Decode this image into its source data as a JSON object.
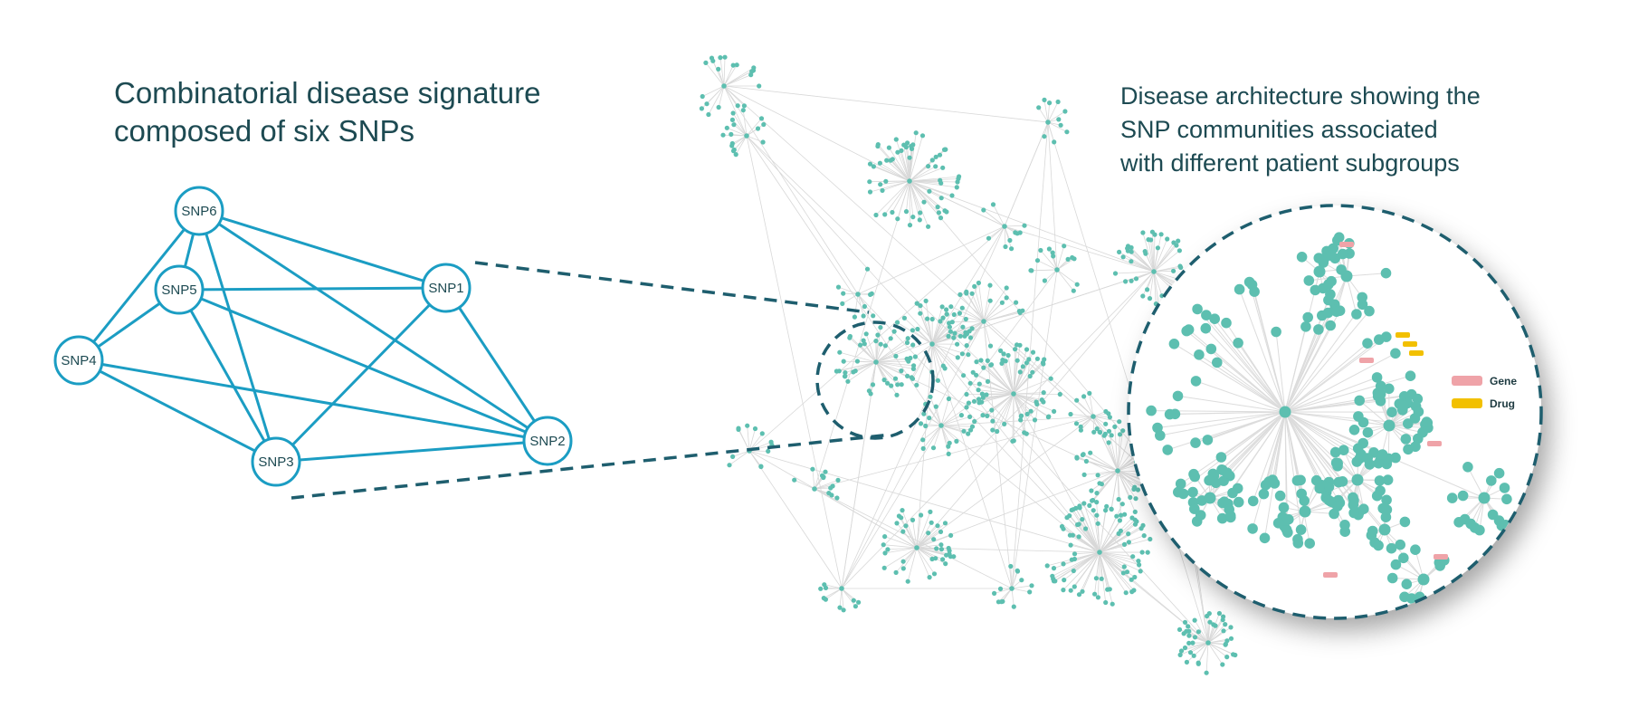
{
  "captions": {
    "left": [
      "Combinatorial disease signature",
      "composed of six SNPs"
    ],
    "right": [
      "Disease architecture showing the",
      "SNP communities associated",
      "with different patient subgroups"
    ]
  },
  "signature": {
    "nodes": [
      "SNP1",
      "SNP2",
      "SNP3",
      "SNP4",
      "SNP5",
      "SNP6"
    ],
    "edges": [
      [
        "SNP6",
        "SNP1"
      ],
      [
        "SNP6",
        "SNP2"
      ],
      [
        "SNP6",
        "SNP3"
      ],
      [
        "SNP6",
        "SNP4"
      ],
      [
        "SNP6",
        "SNP5"
      ],
      [
        "SNP5",
        "SNP1"
      ],
      [
        "SNP5",
        "SNP2"
      ],
      [
        "SNP5",
        "SNP3"
      ],
      [
        "SNP5",
        "SNP4"
      ],
      [
        "SNP4",
        "SNP2"
      ],
      [
        "SNP4",
        "SNP3"
      ],
      [
        "SNP1",
        "SNP2"
      ],
      [
        "SNP1",
        "SNP3"
      ],
      [
        "SNP3",
        "SNP2"
      ]
    ]
  },
  "legend": [
    {
      "label": "Gene",
      "color": "#efa3a8"
    },
    {
      "label": "Drug",
      "color": "#f2c000"
    }
  ],
  "colors": {
    "signature_line": "#1b9dc3",
    "node_fill": "#5dbfb0",
    "edge_gray": "#d8d8d8",
    "dashed": "#1e5e6e",
    "text": "#1d4a52"
  }
}
